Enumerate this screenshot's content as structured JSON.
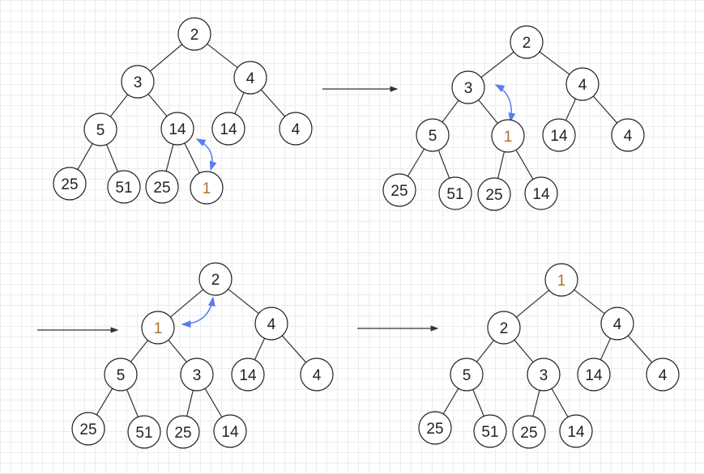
{
  "colors": {
    "node_text": "#222222",
    "highlight_text": "#b0702a",
    "swap_arrow": "#5b7cf0",
    "edge": "#333333"
  },
  "trees": [
    {
      "name": "initial-heap",
      "highlight": 10,
      "nodes": [
        "2",
        "3",
        "4",
        "5",
        "14",
        "14",
        "4",
        "25",
        "51",
        "25",
        "1"
      ]
    },
    {
      "name": "after-first-swap",
      "highlight": 4,
      "nodes": [
        "2",
        "3",
        "4",
        "5",
        "1",
        "14",
        "4",
        "25",
        "51",
        "25",
        "14"
      ]
    },
    {
      "name": "after-second-swap",
      "highlight": 1,
      "nodes": [
        "2",
        "1",
        "4",
        "5",
        "3",
        "14",
        "4",
        "25",
        "51",
        "25",
        "14"
      ]
    },
    {
      "name": "final-heap",
      "highlight": 0,
      "nodes": [
        "1",
        "2",
        "4",
        "5",
        "3",
        "14",
        "4",
        "25",
        "51",
        "25",
        "14"
      ]
    }
  ]
}
